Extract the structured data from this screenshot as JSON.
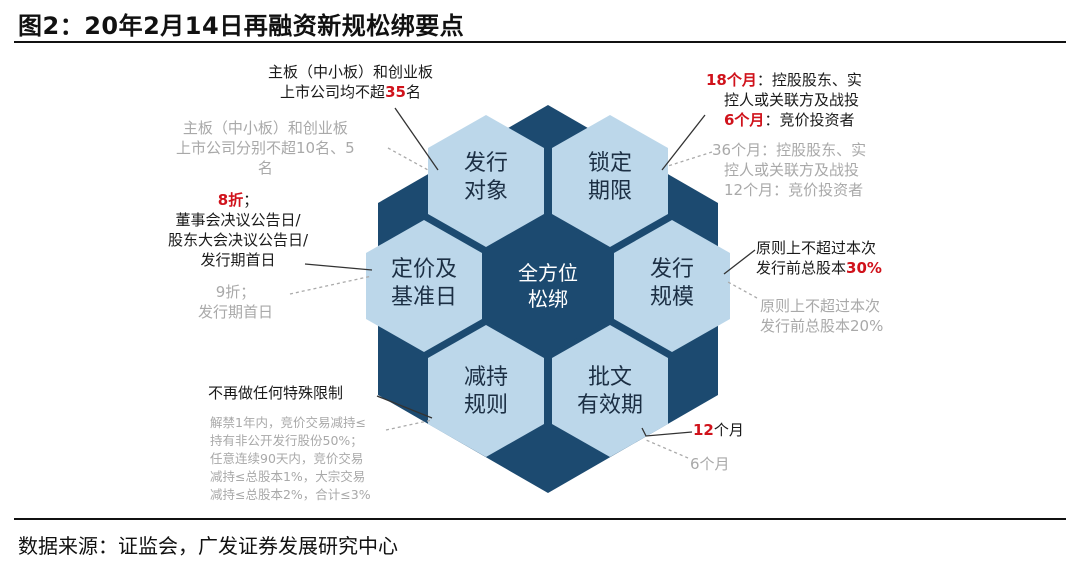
{
  "title": "图2：20年2月14日再融资新规松绑要点",
  "source": "数据来源：证监会，广发证券发展研究中心",
  "colors": {
    "navy": "#1c4a70",
    "hex_fill": "#bcd7ea",
    "red": "#d0121b",
    "gray": "#a9a9a9"
  },
  "center": {
    "line1": "全方位",
    "line2": "松绑"
  },
  "hexes": {
    "issue_target": {
      "line1": "发行",
      "line2": "对象"
    },
    "lockup": {
      "line1": "锁定",
      "line2": "期限"
    },
    "scale": {
      "line1": "发行",
      "line2": "规模"
    },
    "approval": {
      "line1": "批文",
      "line2": "有效期"
    },
    "reduction": {
      "line1": "减持",
      "line2": "规则"
    },
    "pricing": {
      "line1": "定价及",
      "line2": "基准日"
    }
  },
  "annotations": {
    "issue_target_new": {
      "line1": "主板（中小板）和创业板",
      "line2_pre": "上市公司均不超",
      "line2_num": "35",
      "line2_post": "名"
    },
    "issue_target_old": {
      "line1": "主板（中小板）和创业板",
      "line2": "上市公司分别不超10名、5",
      "line3": "名"
    },
    "lockup_new": {
      "l1_num": "18个月",
      "l1_text": "：控股股东、实",
      "l2": "控人或关联方及战投",
      "l3_num": "6个月",
      "l3_text": "：竞价投资者"
    },
    "lockup_old": {
      "l1": "36个月：控股股东、实",
      "l2": "控人或关联方及战投",
      "l3": "12个月：竞价投资者"
    },
    "pricing_new": {
      "l1_num": "8折",
      "l1_text": "；",
      "l2": "董事会决议公告日/",
      "l3": "股东大会决议公告日/",
      "l4": "发行期首日"
    },
    "pricing_old": {
      "l1": "9折；",
      "l2": "发行期首日"
    },
    "scale_new": {
      "l1": "原则上不超过本次",
      "l2_pre": "发行前总股本",
      "l2_num": "30%"
    },
    "scale_old": {
      "l1": "原则上不超过本次",
      "l2": "发行前总股本20%"
    },
    "approval_new": {
      "num": "12",
      "text": "个月"
    },
    "approval_old": {
      "text": "6个月"
    },
    "reduction_new": {
      "text": "不再做任何特殊限制"
    },
    "reduction_old": {
      "l1": "解禁1年内，竞价交易减持≤",
      "l2": "持有非公开发行股份50%；",
      "l3": "任意连续90天内，竞价交易",
      "l4": "减持≤总股本1%，大宗交易",
      "l5": "减持≤总股本2%，合计≤3%"
    }
  }
}
